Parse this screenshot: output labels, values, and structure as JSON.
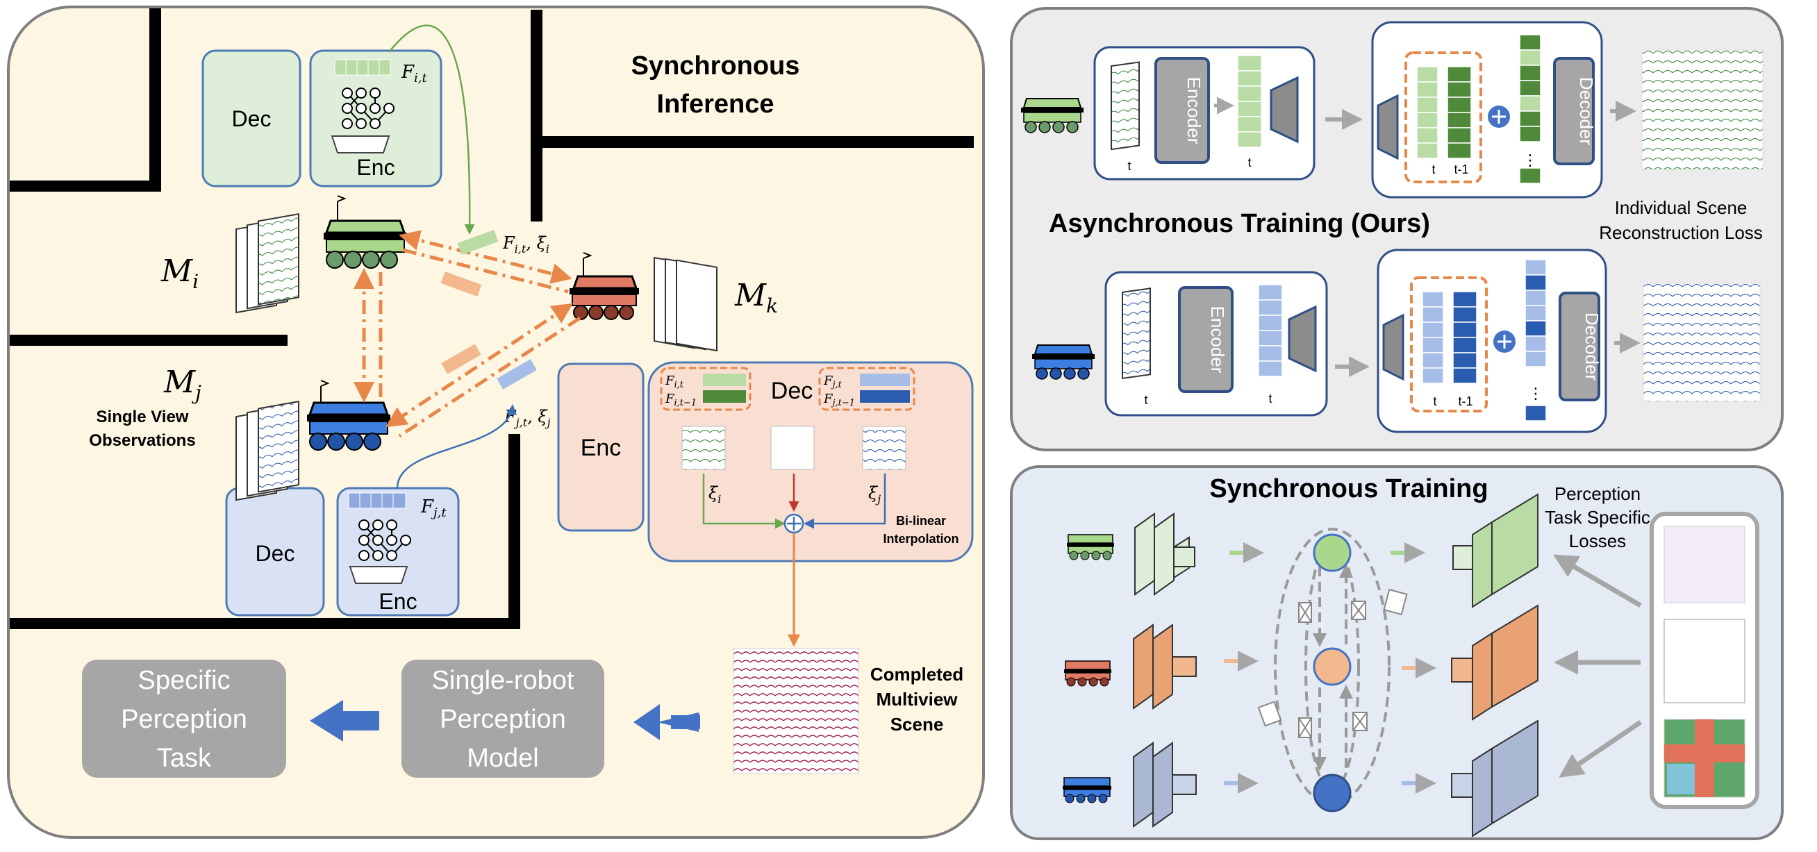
{
  "inference": {
    "title_line1": "Synchronous",
    "title_line2": "Inference",
    "robot_i": {
      "map_symbol": "M",
      "map_sub": "i",
      "feature": "F",
      "feature_sub": "i,t",
      "tx": "F",
      "tx_sub": "i,t",
      "tx_pose": "ξ",
      "tx_pose_sub": "i"
    },
    "robot_j": {
      "map_symbol": "M",
      "map_sub": "j",
      "feature": "F",
      "feature_sub": "j,t",
      "tx": "F",
      "tx_sub": "j,t",
      "tx_pose": "ξ",
      "tx_pose_sub": "j"
    },
    "robot_k": {
      "map_symbol": "M",
      "map_sub": "k"
    },
    "single_view_line1": "Single View",
    "single_view_line2": "Observations",
    "dec_label": "Dec",
    "enc_label": "Enc",
    "fusion": {
      "dec_label": "Dec",
      "enc_label": "Enc",
      "fi_t": "F",
      "fi_t_sub": "i,t",
      "fi_t1": "F",
      "fi_t1_sub": "i,t−1",
      "fj_t": "F",
      "fj_t_sub": "j,t",
      "fj_t1": "F",
      "fj_t1_sub": "j,t−1",
      "xi_i": "ξ",
      "xi_i_sub": "i",
      "xi_j": "ξ",
      "xi_j_sub": "j",
      "interp_line1": "Bi-linear",
      "interp_line2": "Interpolation"
    },
    "completed_line1": "Completed",
    "completed_line2": "Multiview",
    "completed_line3": "Scene",
    "single_robot_line1": "Single-robot",
    "single_robot_line2": "Perception",
    "single_robot_line3": "Model",
    "specific_line1": "Specific",
    "specific_line2": "Perception",
    "specific_line3": "Task"
  },
  "async_training": {
    "title": "Asynchronous Training (Ours)",
    "encoder_label": "Encoder",
    "decoder_label": "Decoder",
    "t_label": "t",
    "t1_label": "t-1",
    "dots": "⋮",
    "loss_line1": "Individual Scene",
    "loss_line2": "Reconstruction Loss"
  },
  "sync_training": {
    "title": "Synchronous Training",
    "loss_line1": "Perception",
    "loss_line2": "Task Specific",
    "loss_line3": "Losses"
  },
  "colors": {
    "green_robot": "#a9d88c",
    "red_robot": "#e07a64",
    "blue_robot": "#3c7fe0",
    "orange_arrow": "#e89a5a",
    "light_green_box": "#dfeed9",
    "light_blue_box": "#d8e2f4",
    "peach_box": "#f8dfd2",
    "cream_panel": "#fdf6e3",
    "gray_panel": "#ececec",
    "lightblue_panel": "#e4ebf5"
  }
}
